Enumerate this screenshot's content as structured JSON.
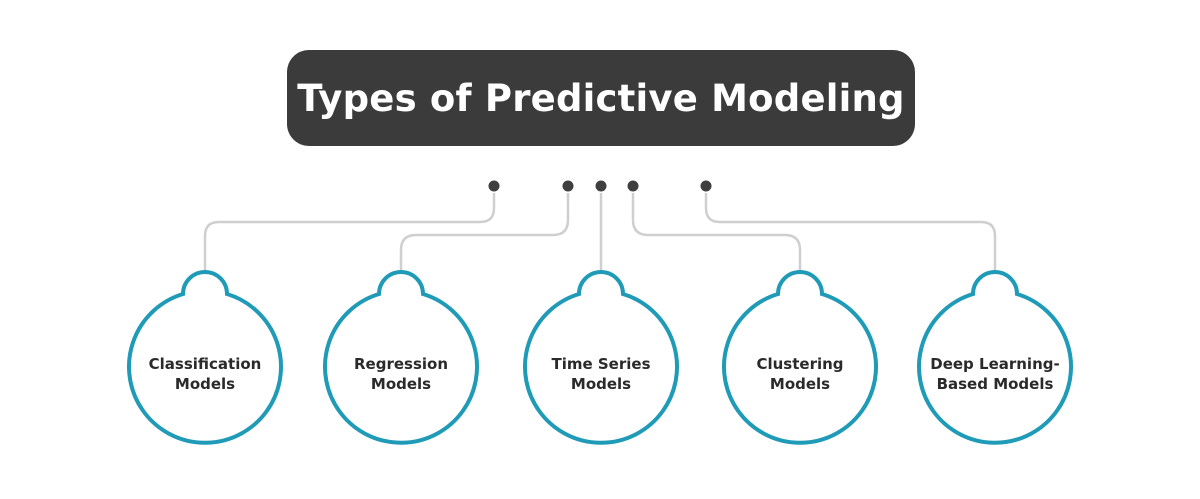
{
  "title": "Types of Predictive Modeling",
  "colors": {
    "title_bg": "#3b3b3b",
    "title_text": "#ffffff",
    "node_border": "#1f9bb8",
    "connector": "#cfcfcf",
    "dot": "#3f3f3f",
    "label_text": "#2a2a2a"
  },
  "nodes": [
    {
      "line1": "Classification",
      "line2": "Models"
    },
    {
      "line1": "Regression",
      "line2": "Models"
    },
    {
      "line1": "Time Series",
      "line2": "Models"
    },
    {
      "line1": "Clustering",
      "line2": "Models"
    },
    {
      "line1": "Deep Learning-",
      "line2": "Based Models"
    }
  ]
}
